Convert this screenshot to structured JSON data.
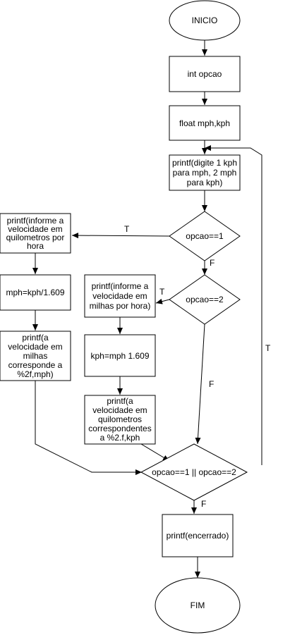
{
  "diagram": {
    "nodes": {
      "inicio": {
        "lines": [
          "INICIO"
        ]
      },
      "decl_int": {
        "lines": [
          "int opcao"
        ]
      },
      "decl_float": {
        "lines": [
          "float mph,kph"
        ]
      },
      "prompt": {
        "lines": [
          "printf(digite 1 kph",
          "para mph, 2 mph",
          "para kph)"
        ]
      },
      "cond1": {
        "lines": [
          "opcao==1"
        ]
      },
      "left_prompt": {
        "lines": [
          "printf(informe a",
          "velocidade em",
          "quilometros por",
          "hora"
        ]
      },
      "left_calc": {
        "lines": [
          "mph=kph/1.609"
        ]
      },
      "left_print": {
        "lines": [
          "printf(a",
          "velocidade em",
          "milhas",
          "corresponde a",
          "%2f,mph)"
        ]
      },
      "cond2": {
        "lines": [
          "opcao==2"
        ]
      },
      "mid_prompt": {
        "lines": [
          "printf(informe a",
          "velocidade em",
          "milhas por hora)"
        ]
      },
      "mid_calc": {
        "lines": [
          "kph=mph 1.609"
        ]
      },
      "mid_print": {
        "lines": [
          "printf(a",
          "velocidade em",
          "quilometros",
          "correspondentes",
          "a %2.f,kph"
        ]
      },
      "cond3": {
        "lines": [
          "opcao==1 || opcao==2"
        ]
      },
      "encerrado": {
        "lines": [
          "printf(encerrado)"
        ]
      },
      "fim": {
        "lines": [
          "FIM"
        ]
      }
    },
    "edge_labels": {
      "cond1_true": "T",
      "cond1_false": "F",
      "cond2_true": "T",
      "cond2_false": "F",
      "loop_true": "T",
      "cond3_false": "F"
    }
  }
}
